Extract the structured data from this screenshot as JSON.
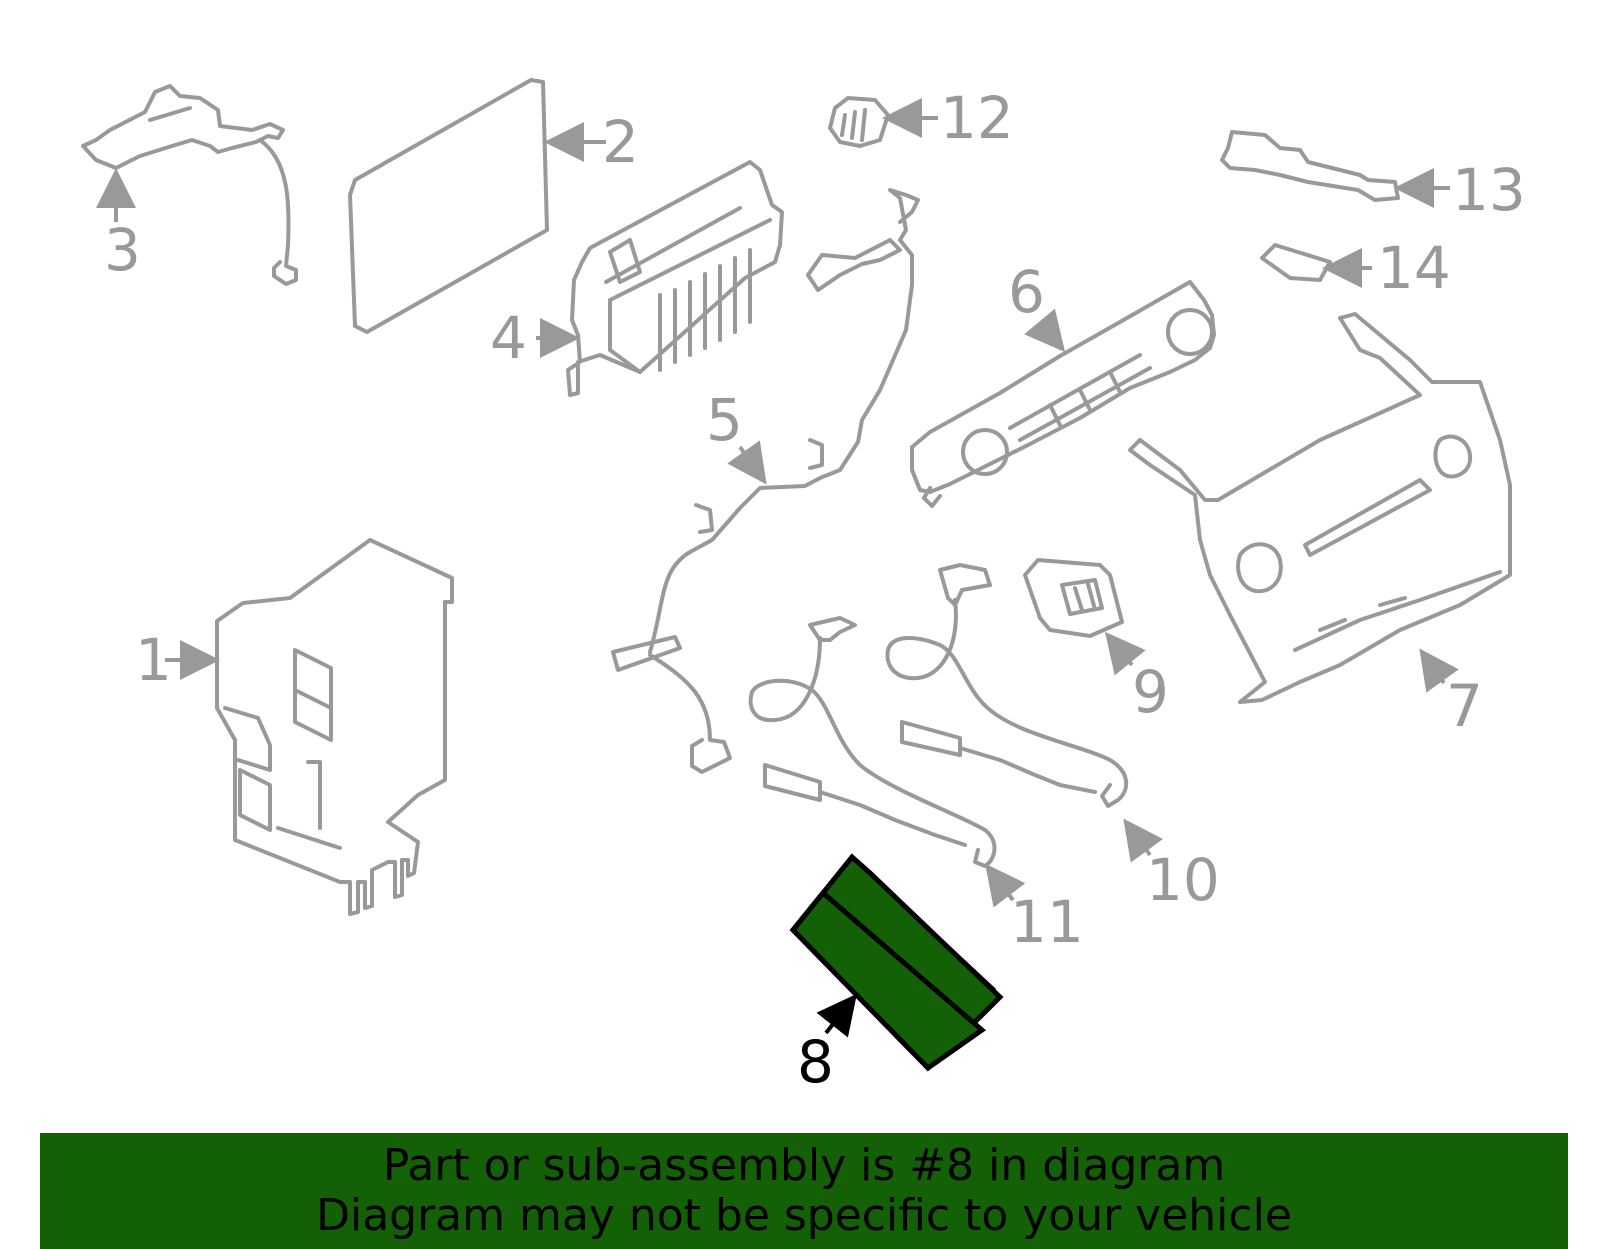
{
  "diagram": {
    "callouts": [
      {
        "num": "1"
      },
      {
        "num": "2"
      },
      {
        "num": "3"
      },
      {
        "num": "4"
      },
      {
        "num": "5"
      },
      {
        "num": "6"
      },
      {
        "num": "7"
      },
      {
        "num": "8"
      },
      {
        "num": "9"
      },
      {
        "num": "10"
      },
      {
        "num": "11"
      },
      {
        "num": "12"
      },
      {
        "num": "13"
      },
      {
        "num": "14"
      }
    ],
    "highlighted_part": "8"
  },
  "banner": {
    "line1": "Part or sub-assembly is #8 in diagram",
    "line2": "Diagram may not be specific to your vehicle"
  },
  "colors": {
    "highlight": "#136007",
    "part_stroke": "#999999",
    "active_text": "#000000"
  }
}
